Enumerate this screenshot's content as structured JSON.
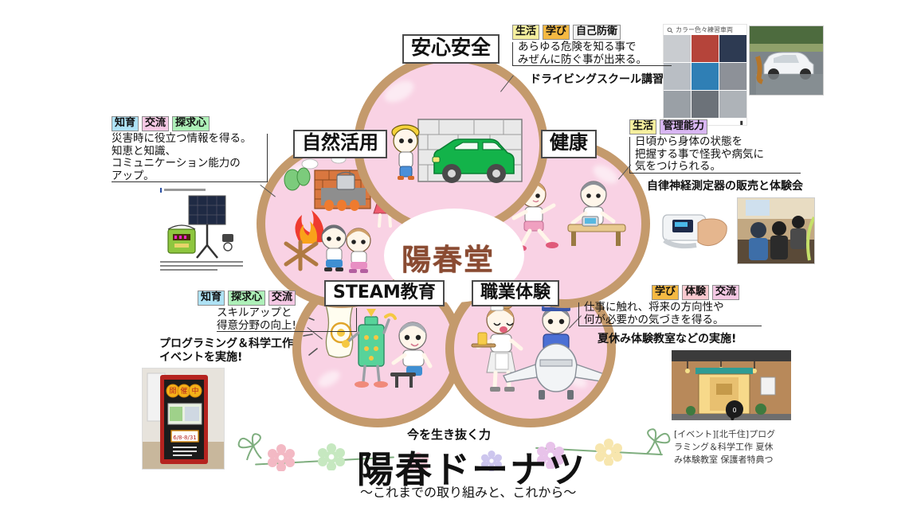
{
  "slide": {
    "brand": "陽春堂",
    "bottom": {
      "lead": "今を生き抜く力",
      "title": "陽春ドーナツ",
      "subtitle": "〜これまでの取り組みと、これから〜"
    }
  },
  "petals": [
    {
      "id": "anshin",
      "label": "安心安全"
    },
    {
      "id": "shizen",
      "label": "自然活用"
    },
    {
      "id": "kenkou",
      "label": "健康"
    },
    {
      "id": "steam",
      "label": "STEAM教育"
    },
    {
      "id": "shokugyo",
      "label": "職業体験"
    }
  ],
  "annotations": {
    "anshin": {
      "tags": [
        "生活",
        "学び",
        "自己防衛"
      ],
      "tag_classes": [
        "life",
        "learn",
        "defense"
      ],
      "text": "あらゆる危険を知る事で\nみぜんに防ぐ事が出来る。",
      "caption": "ドライビングスクール講習"
    },
    "shizen": {
      "tags": [
        "知育",
        "交流",
        "探求心"
      ],
      "tag_classes": [
        "edu",
        "exchange",
        "curiosity"
      ],
      "text": "災害時に役立つ情報を得る。\n知恵と知識、\nコミュニケーション能力の\nアップ。",
      "caption": ""
    },
    "kenkou": {
      "tags": [
        "生活",
        "管理能力"
      ],
      "tag_classes": [
        "life",
        "manage"
      ],
      "text": "日頃から身体の状態を\n把握する事で怪我や病気に\n気をつけられる。",
      "caption": "自律神経測定器の販売と体験会"
    },
    "steam": {
      "tags": [
        "知育",
        "探求心",
        "交流"
      ],
      "tag_classes": [
        "edu",
        "curiosity",
        "exchange"
      ],
      "text": "スキルアップと\n得意分野の向上!",
      "caption": "プログラミング＆科学工作\nイベントを実施!"
    },
    "shokugyo": {
      "tags": [
        "学び",
        "体験",
        "交流"
      ],
      "tag_classes": [
        "learn",
        "exp",
        "exchange"
      ],
      "text": "仕事に触れ、将来の方向性や\n何が必要かの気づきを得る。",
      "caption": "夏休み体験教室などの実施!"
    }
  },
  "photos": {
    "instagram": {
      "search_text": "カラー色々練習車両",
      "cells": [
        "#c9ccd0",
        "#b5443a",
        "#2d3a52",
        "#b9bec4",
        "#2f7fb5",
        "#8d9198",
        "#9aa0a6",
        "#6c7279",
        "#aeb3b8"
      ]
    },
    "car": {
      "alt_name": "white-rally-car-photo"
    },
    "solar": {
      "alt_name": "solar-panel-product-photo"
    },
    "oximeter": {
      "alt_name": "pulse-oximeter-photo"
    },
    "classroom": {
      "alt_name": "measurement-session-photo"
    },
    "signboard": {
      "alt_name": "event-sandwich-board-photo",
      "sign_text": "開催中"
    },
    "shopfront": {
      "alt_name": "shopfront-photo",
      "caption": "[イベント][北千住]プログ\nラミング＆科学工作 夏休\nみ体験教室 保護者特典つ"
    }
  },
  "colors": {
    "donut_dough": "#c49a6c",
    "donut_icing": "#f9d2e4",
    "brand_brown": "#8a4b32",
    "garland_green": "#7fae7f"
  },
  "flowers": [
    {
      "color": "#f3b9c4"
    },
    {
      "color": "#c6e8c0"
    },
    {
      "color": "#e8c3ea"
    },
    {
      "color": "#f7e6ae"
    }
  ]
}
